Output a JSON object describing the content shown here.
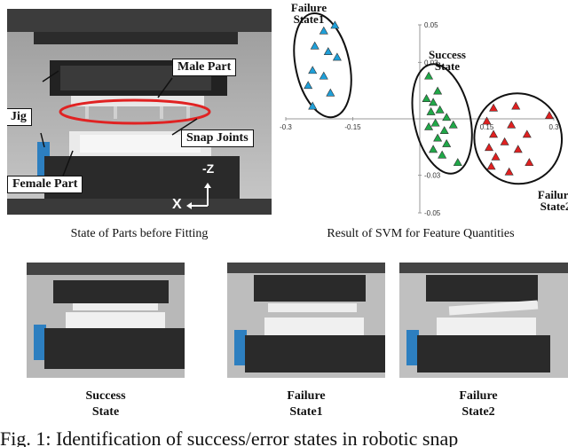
{
  "photo_labels": {
    "failure_state1": "Failure State1",
    "male_part": "Male Part",
    "jig": "Jig",
    "snap_joints": "Snap Joints",
    "female_part": "Female Part",
    "axis_x": "X",
    "axis_z": "-Z"
  },
  "captions": {
    "left": "State of Parts before Fitting",
    "right": "Result of SVM for Feature Quantities"
  },
  "bottom_states": [
    {
      "line1": "Success",
      "line2": "State"
    },
    {
      "line1": "Failure",
      "line2": "State1"
    },
    {
      "line1": "Failure",
      "line2": "State2"
    }
  ],
  "figure_caption": "Fig. 1: Identification of success/error states in robotic snap",
  "chart_data": {
    "type": "scatter",
    "x_ticks": [
      "-0.3",
      "-0.15",
      "0.15",
      "0.3"
    ],
    "y_ticks": [
      "0.05",
      "0.03",
      "-0.03",
      "-0.05"
    ],
    "xlim": [
      -0.3,
      0.3
    ],
    "ylim": [
      -0.05,
      0.05
    ],
    "grid": false,
    "series": [
      {
        "label_line1": "Failure",
        "label_line2": "State1",
        "color": "#1f9fd8",
        "points": [
          [
            -0.215,
            0.047
          ],
          [
            -0.19,
            0.05
          ],
          [
            -0.235,
            0.039
          ],
          [
            -0.205,
            0.036
          ],
          [
            -0.24,
            0.026
          ],
          [
            -0.185,
            0.033
          ],
          [
            -0.215,
            0.023
          ],
          [
            -0.25,
            0.018
          ],
          [
            -0.2,
            0.014
          ],
          [
            -0.24,
            0.007
          ]
        ]
      },
      {
        "label_line1": "Success",
        "label_line2": "State",
        "color": "#20a848",
        "points": [
          [
            0.02,
            0.023
          ],
          [
            0.04,
            0.015
          ],
          [
            0.03,
            0.009
          ],
          [
            0.015,
            0.011
          ],
          [
            0.025,
            0.004
          ],
          [
            0.045,
            0.005
          ],
          [
            0.06,
            0.001
          ],
          [
            0.035,
            -0.002
          ],
          [
            0.02,
            -0.004
          ],
          [
            0.055,
            -0.006
          ],
          [
            0.075,
            -0.003
          ],
          [
            0.04,
            -0.01
          ],
          [
            0.06,
            -0.013
          ],
          [
            0.03,
            -0.016
          ],
          [
            0.05,
            -0.019
          ],
          [
            0.085,
            -0.023
          ]
        ]
      },
      {
        "label_line1": "Failure",
        "label_line2": "State2",
        "color": "#e02020",
        "points": [
          [
            0.165,
            0.006
          ],
          [
            0.215,
            0.007
          ],
          [
            0.29,
            0.002
          ],
          [
            0.15,
            -0.001
          ],
          [
            0.205,
            -0.003
          ],
          [
            0.165,
            -0.008
          ],
          [
            0.24,
            -0.008
          ],
          [
            0.19,
            -0.012
          ],
          [
            0.155,
            -0.015
          ],
          [
            0.22,
            -0.016
          ],
          [
            0.17,
            -0.02
          ],
          [
            0.245,
            -0.023
          ],
          [
            0.2,
            -0.028
          ],
          [
            0.16,
            -0.025
          ]
        ]
      }
    ]
  }
}
